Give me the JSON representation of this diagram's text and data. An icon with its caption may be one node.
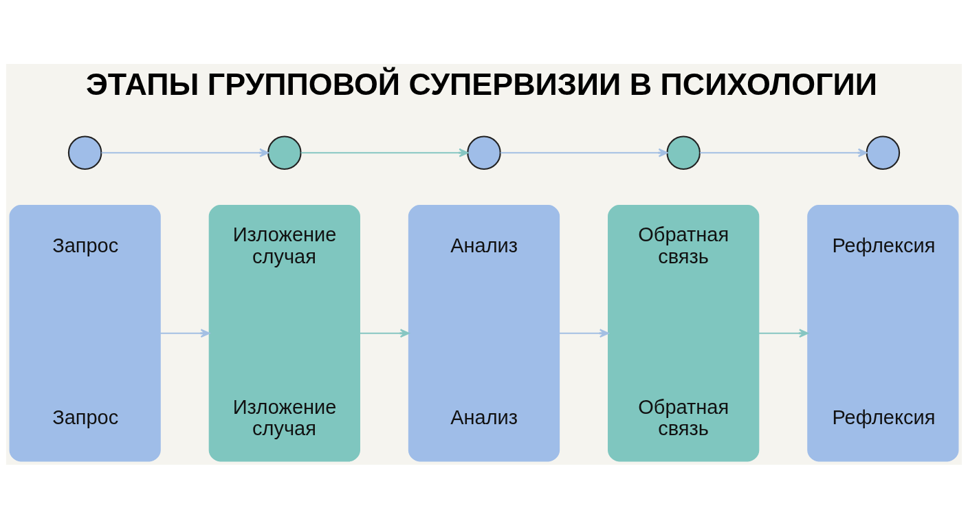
{
  "diagram": {
    "title": "ЭТАПЫ ГРУППОВОЙ СУПЕРВИЗИИ В ПСИХОЛОГИИ",
    "nodes": [
      {
        "text": [],
        "shape": "circle"
      },
      {
        "text": [],
        "shape": "circle"
      },
      {
        "text": [],
        "shape": "circle"
      },
      {
        "text": [],
        "shape": "circle"
      },
      {
        "text": [],
        "shape": "circle"
      },
      {
        "text": [
          "Запрос",
          "Запрос"
        ]
      },
      {
        "text": [
          "Изложение случая",
          "Изложение случая"
        ]
      },
      {
        "text": [
          "Анализ",
          "Анализ"
        ]
      },
      {
        "text": [
          "Обратная связь",
          "Обратная связь"
        ]
      },
      {
        "text": [
          "Рефлексия",
          "Рефлексия"
        ]
      }
    ],
    "edges": [
      {
        "from": 0,
        "to": 1,
        "arrow": "to"
      },
      {
        "from": 1,
        "to": 2,
        "arrow": "to",
        "color": "#86c6c2"
      },
      {
        "from": 2,
        "to": 3,
        "arrow": "to"
      },
      {
        "from": 3,
        "to": 4,
        "arrow": "to"
      },
      {
        "from": 5,
        "to": 6,
        "arrow": "to"
      },
      {
        "from": 6,
        "to": 7,
        "arrow": "to",
        "color": "#86c6c2"
      },
      {
        "from": 7,
        "to": 8,
        "arrow": "to"
      },
      {
        "from": 8,
        "to": 9,
        "arrow": "to",
        "color": "#86c6c2"
      }
    ]
  }
}
